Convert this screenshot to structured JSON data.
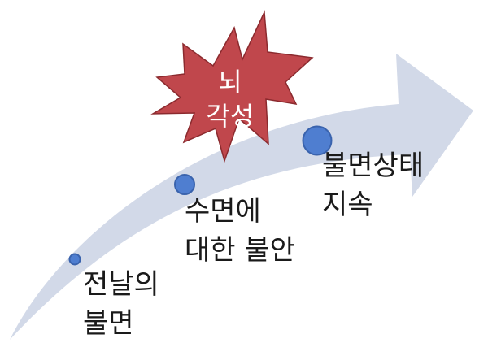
{
  "colors": {
    "arrow_fill": "#d2d9e8",
    "burst_fill": "#c0474c",
    "burst_stroke": "#8b2a2e",
    "dot_fill": "#4f7ed0",
    "dot_stroke": "#3a63ad",
    "text": "#1a1a1a",
    "burst_text": "#ffffff"
  },
  "burst": {
    "icon": "explosion-burst-icon",
    "line1": "뇌",
    "line2": "각성"
  },
  "stages": [
    {
      "line1": "전날의",
      "line2": "불면"
    },
    {
      "line1": "수면에",
      "line2": "대한 불안"
    },
    {
      "line1": "불면상태",
      "line2": "지속"
    }
  ]
}
